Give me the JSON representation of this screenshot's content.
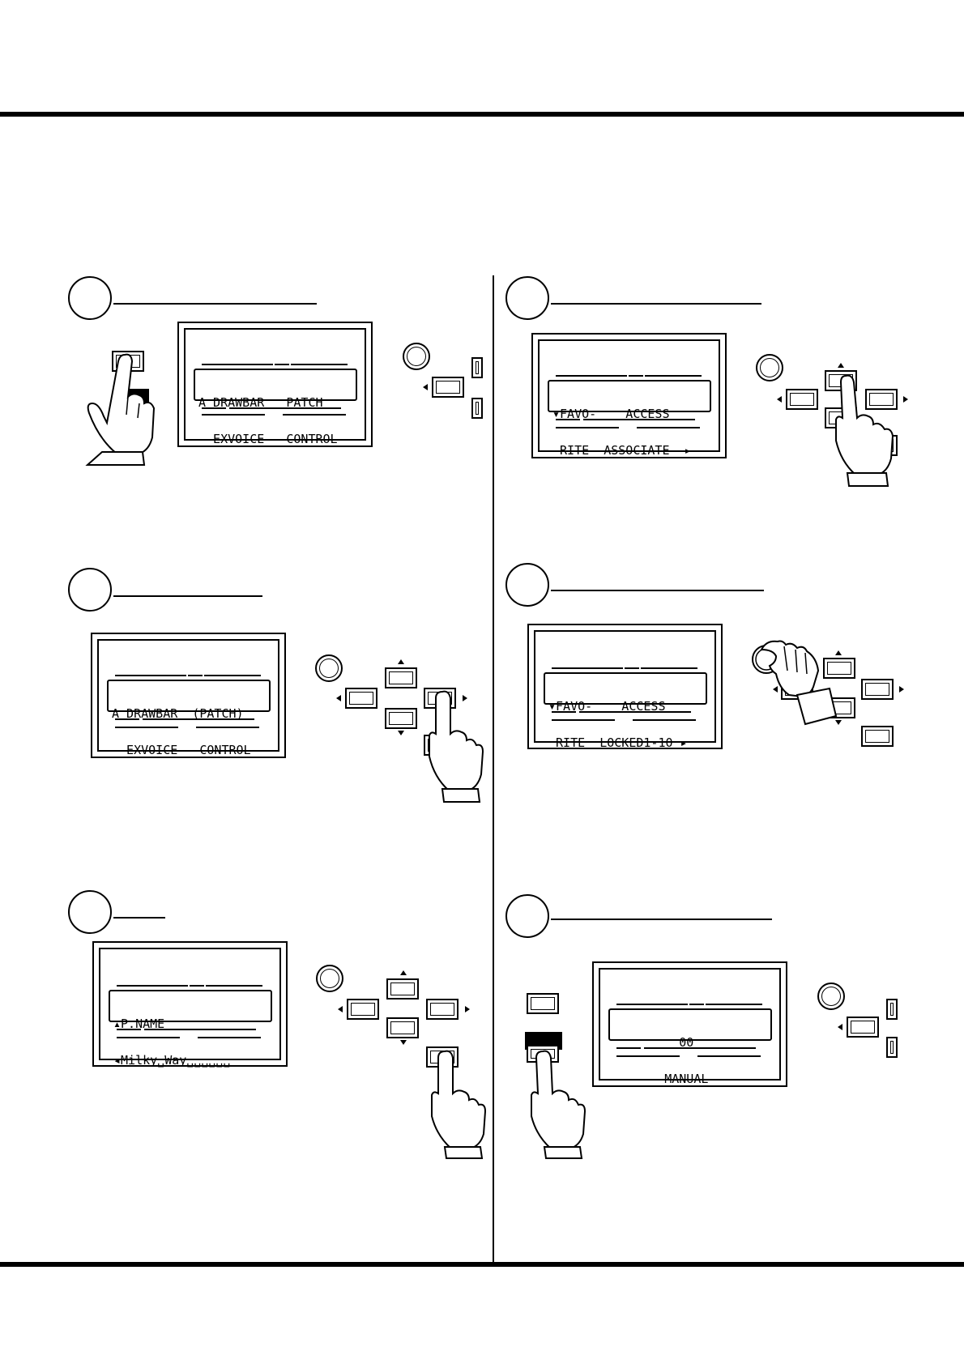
{
  "steps": [
    {
      "lcd_line1": "A DRAWBAR   PATCH",
      "lcd_line2": "  EXVOICE   CONTROL"
    },
    {
      "lcd_line1": "▾FAVO-    ACCESS",
      "lcd_line2": " RITE  ASSOCIATE  ▸"
    },
    {
      "lcd_line1": "A DRAWBAR  (PATCH)",
      "lcd_line2": "  EXVOICE   CONTROL"
    },
    {
      "lcd_line1": "▾FAVO-    ACCESS",
      "lcd_line2": " RITE  LOCKED1-10 ▸"
    },
    {
      "lcd_line1": "▴P.NAME",
      "lcd_line2": "◂Milky␣Way␣␣␣␣␣␣"
    },
    {
      "lcd_line1": "         00",
      "lcd_line2": "       MANUAL"
    }
  ]
}
